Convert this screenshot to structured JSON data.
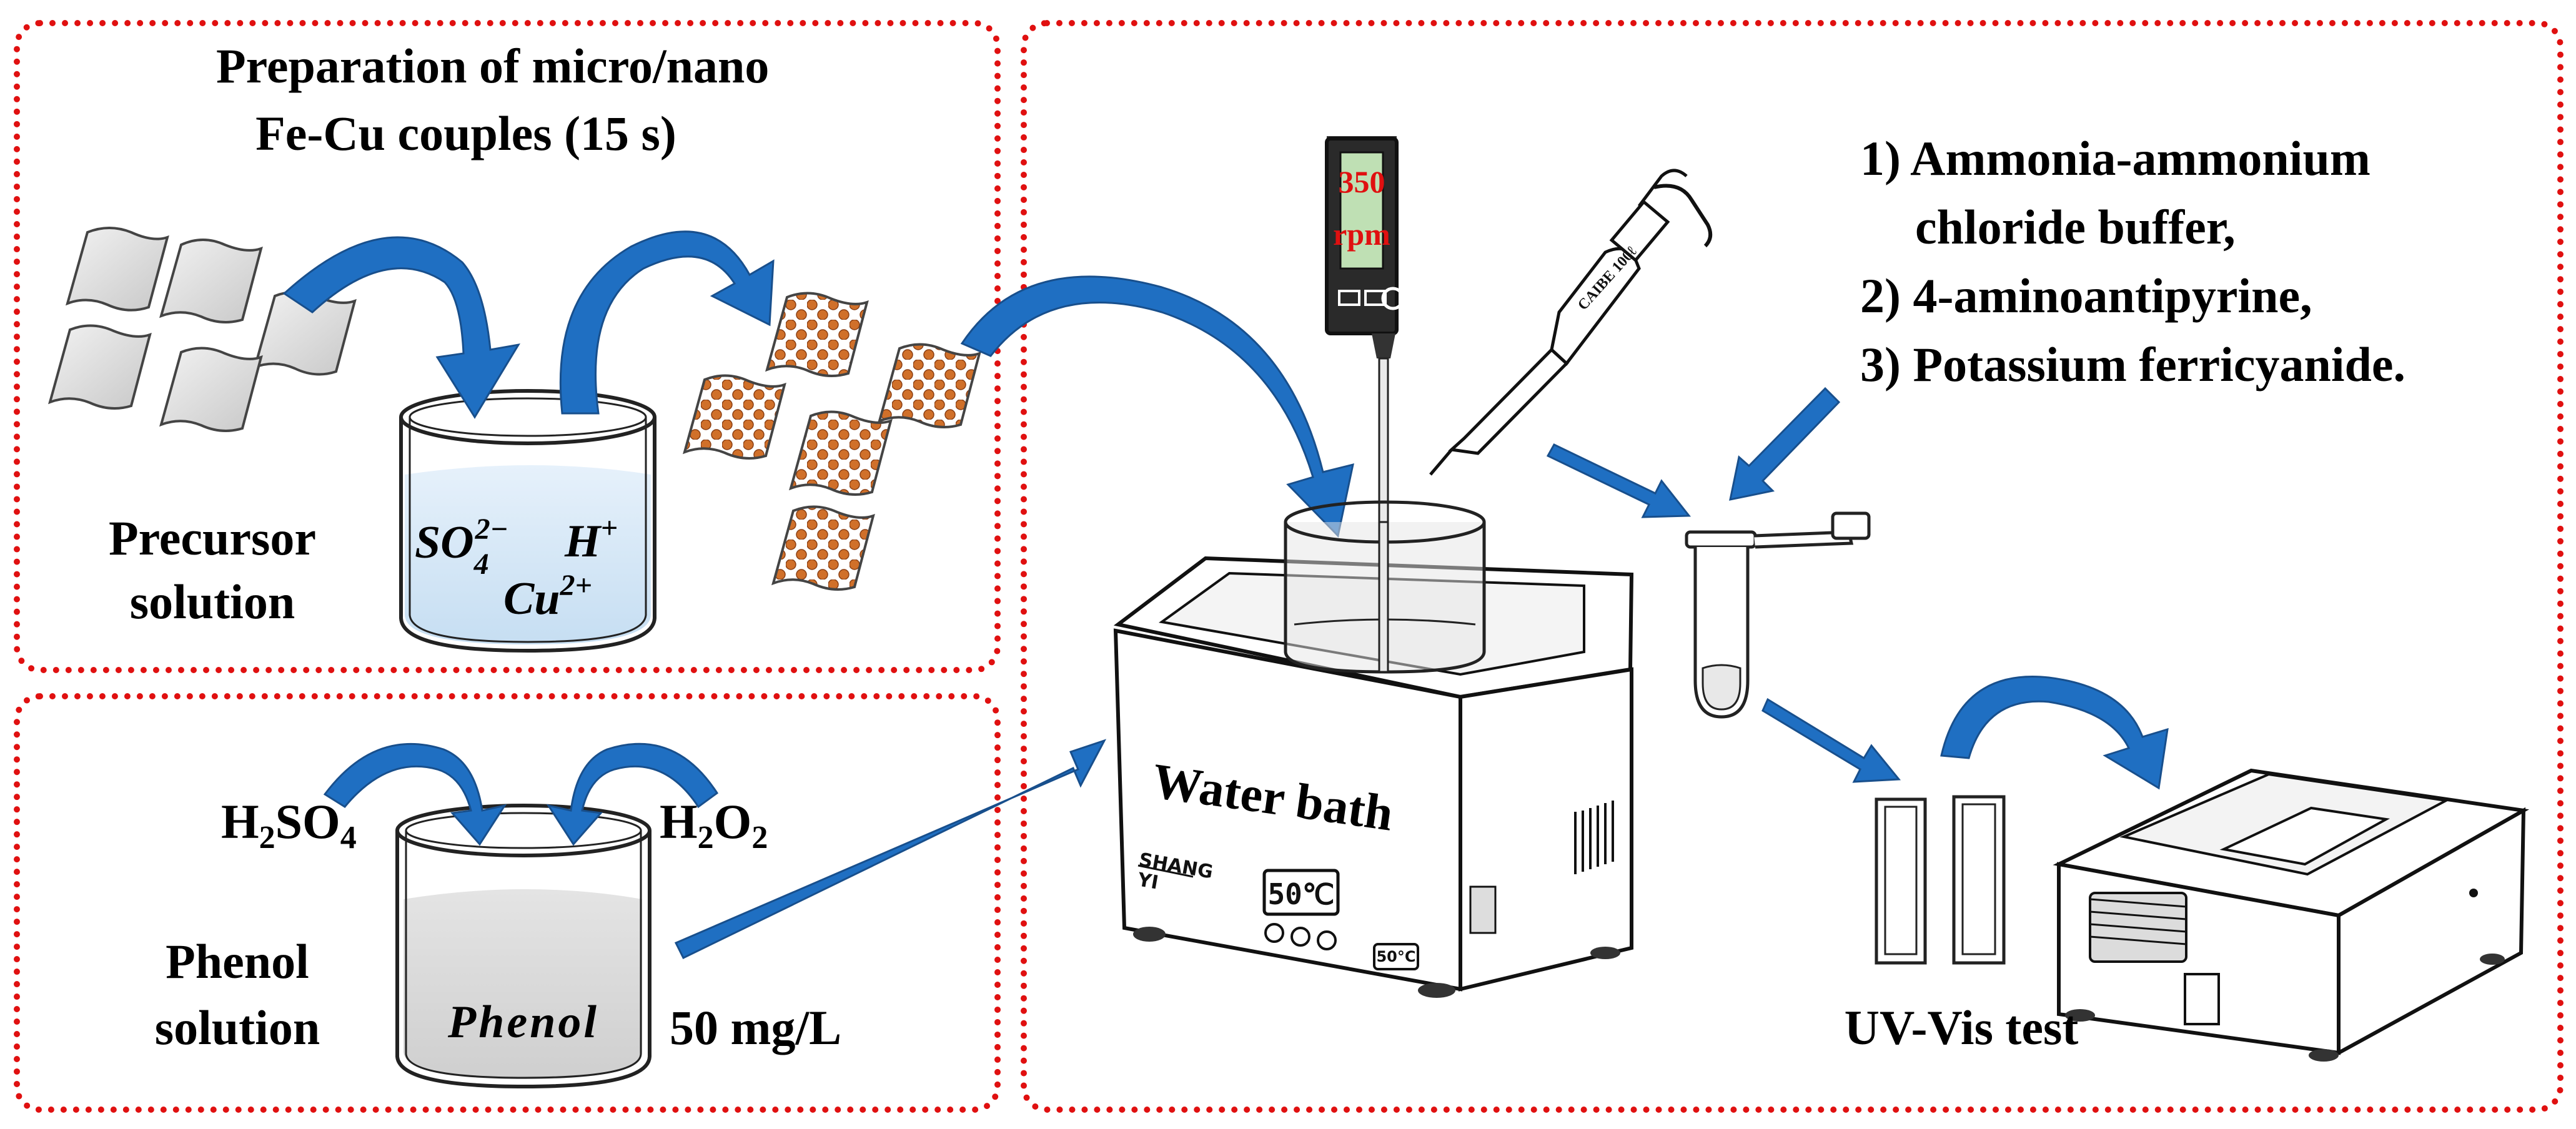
{
  "top_left_panel": {
    "title_line1": "Preparation of micro/nano",
    "title_line2": "Fe-Cu couples  (15 s)",
    "precursor_label_line1": "Precursor",
    "precursor_label_line2": "solution",
    "ions": {
      "sulfate": "SO",
      "sulfate_sub": "4",
      "sulfate_sup": "2−",
      "proton": "H",
      "proton_sup": "+",
      "copper": "Cu",
      "copper_sup": "2+"
    }
  },
  "bottom_left_panel": {
    "acid_base": "H",
    "acid_sub1": "2",
    "acid_mid": "SO",
    "acid_sub2": "4",
    "peroxide_base": "H",
    "peroxide_sub1": "2",
    "peroxide_mid": "O",
    "peroxide_sub2": "2",
    "phenol_label_line1": "Phenol",
    "phenol_label_line2": "solution",
    "beaker_text": "Phenol",
    "concentration": "50 mg/L"
  },
  "right_panel": {
    "stirrer_display_line1": "350",
    "stirrer_display_line2": "rpm",
    "pipette_text": "CAIBE 100ℓ",
    "reagents": [
      "1) Ammonia-ammonium",
      "chloride buffer,",
      "2) 4-aminoantipyrine,",
      "3) Potassium ferricyanide."
    ],
    "water_bath_label": "Water bath",
    "brand_line1": "SHANG",
    "brand_line2": "YI",
    "temp_display": "50℃",
    "temp_badge": "50°C",
    "uv_label": "UV-Vis test"
  },
  "colors": {
    "panel_border": "#e01010",
    "arrow": "#1f6fc2",
    "particles": "#d0702a",
    "display_text": "#e01010",
    "display_bg": "#bfe0b4",
    "precursor_liquid": "#cfe6f7"
  }
}
